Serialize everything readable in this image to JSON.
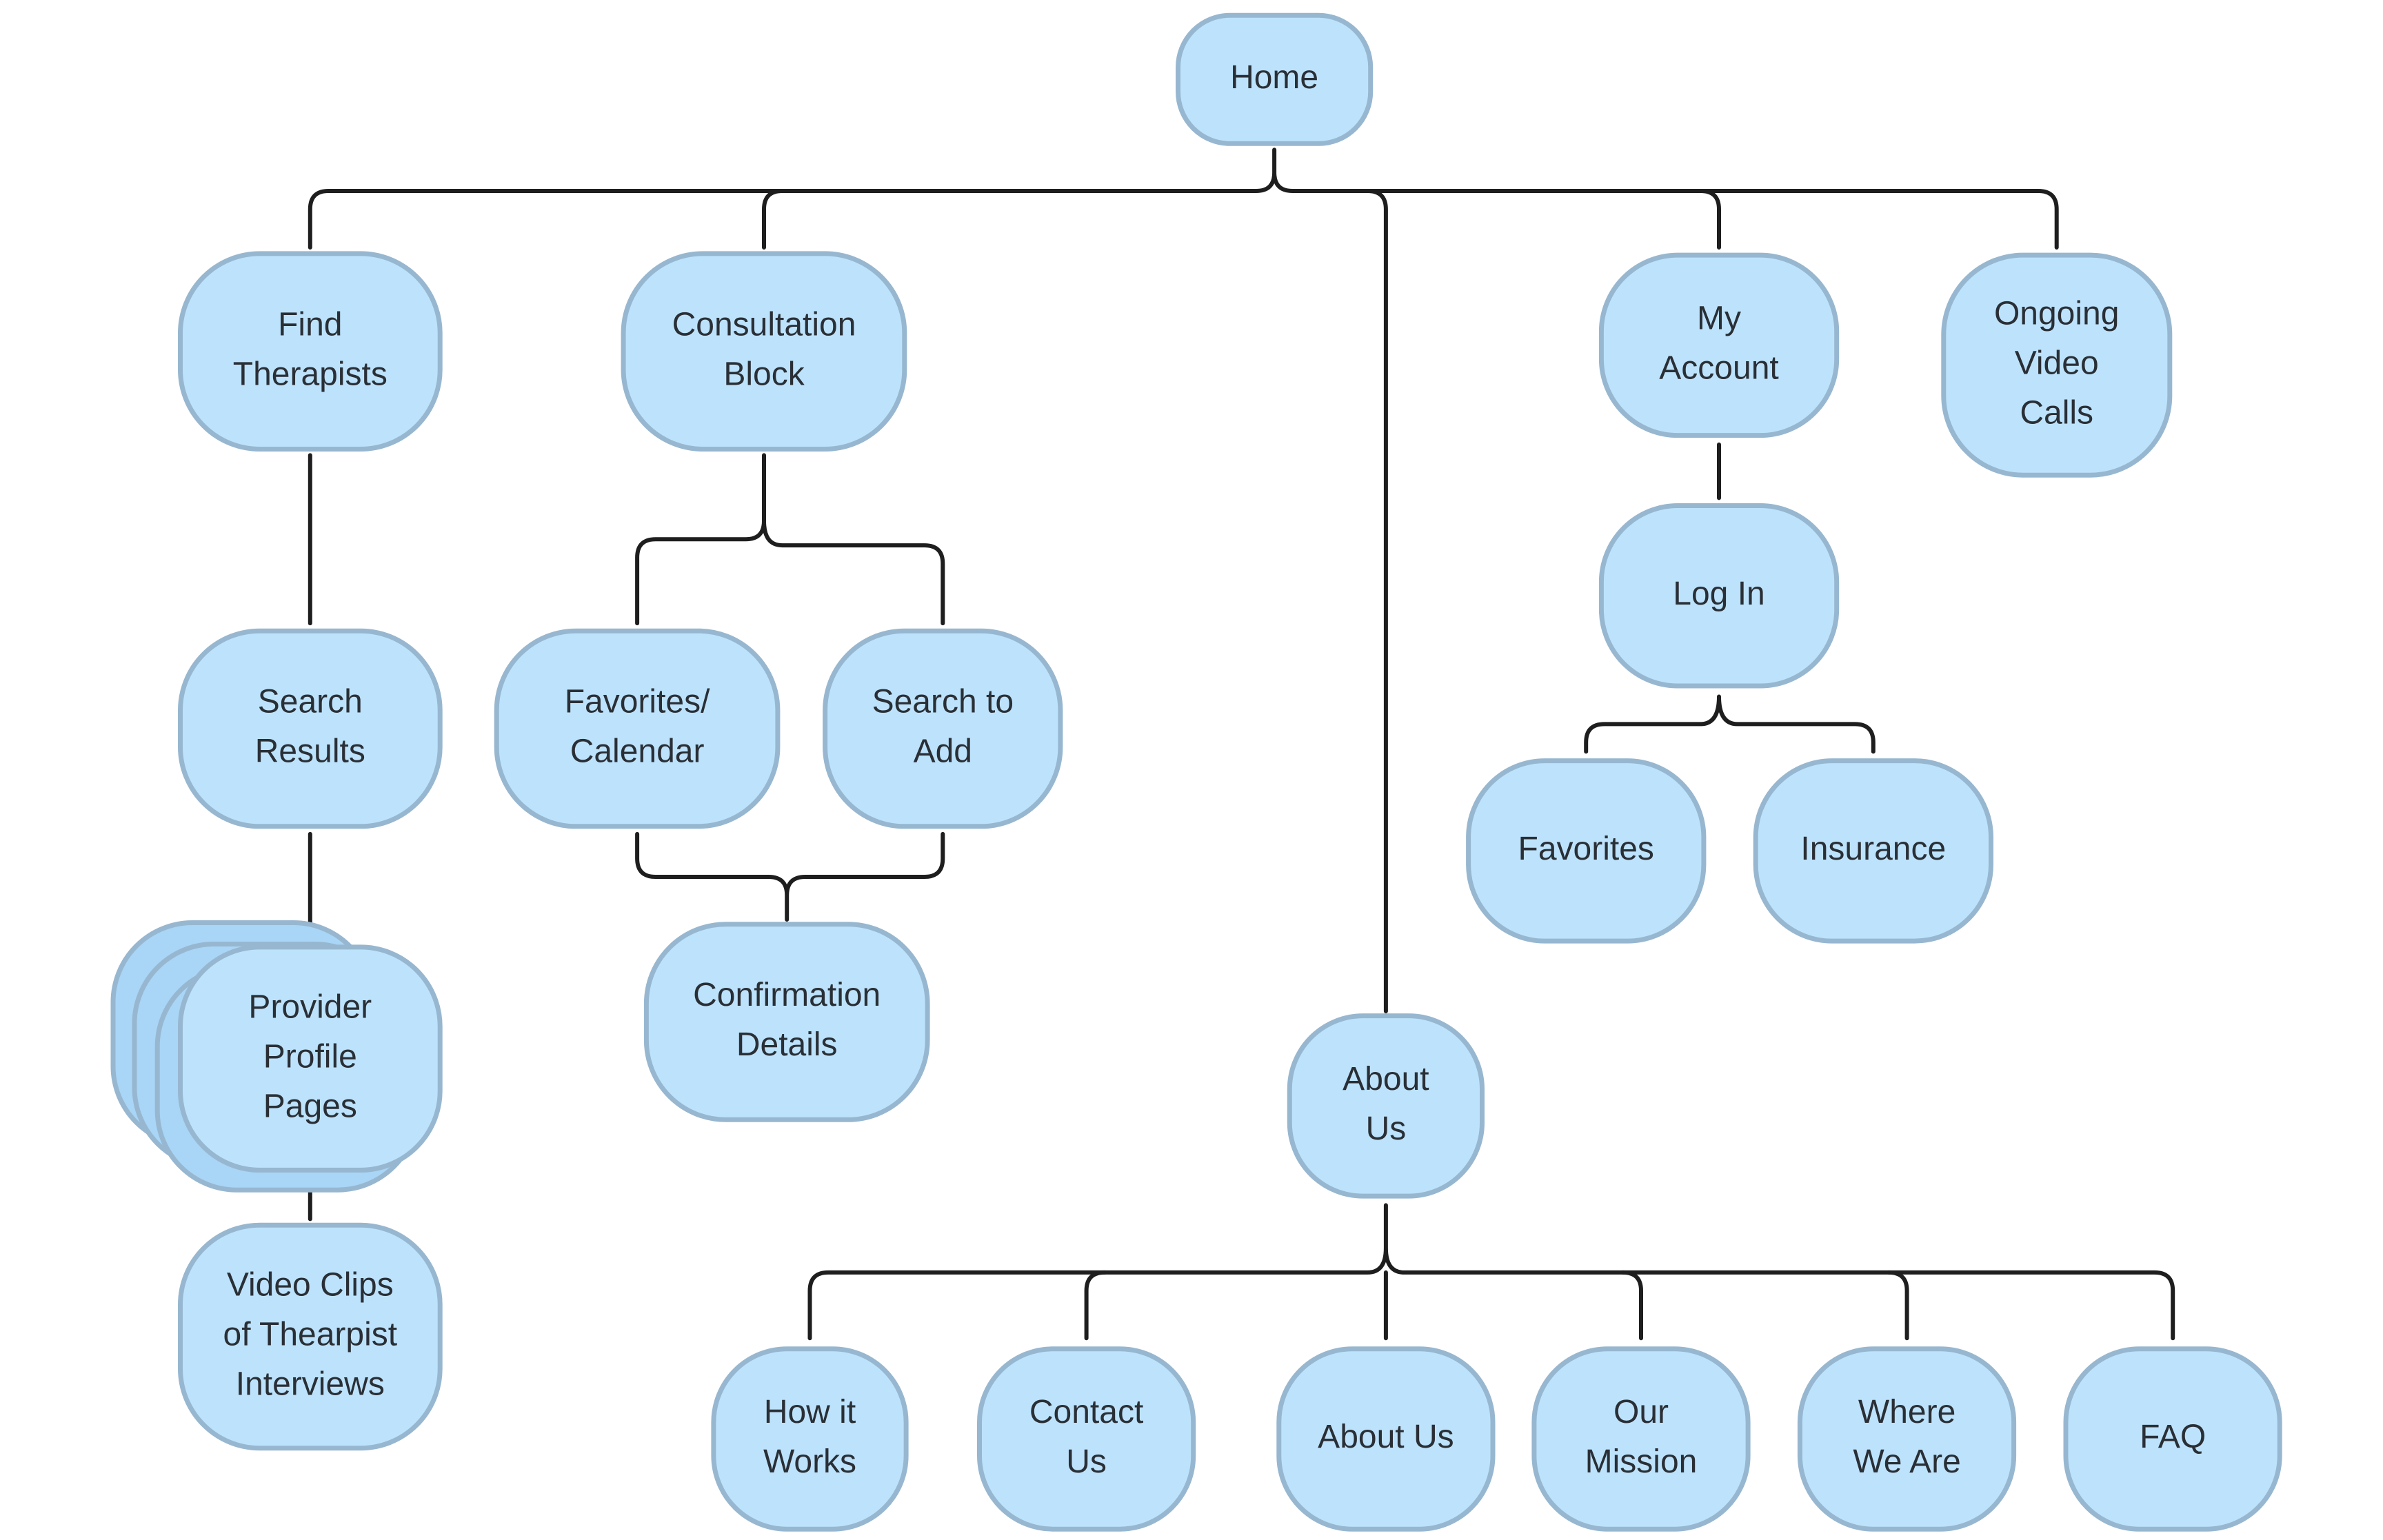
{
  "diagram": {
    "colors": {
      "node_fill": "#bde3fc",
      "node_stroke": "#97b7d0",
      "edge": "#1e1e1e",
      "text": "#2a2f36"
    },
    "nodes": {
      "home": [
        "Home"
      ],
      "find_therapists": [
        "Find",
        "Therapists"
      ],
      "consultation_block": [
        "Consultation",
        "Block"
      ],
      "my_account": [
        "My",
        "Account"
      ],
      "ongoing_video_calls": [
        "Ongoing",
        "Video",
        "Calls"
      ],
      "search_results": [
        "Search",
        "Results"
      ],
      "provider_profile_pages": [
        "Provider",
        "Profile",
        "Pages"
      ],
      "video_clips": [
        "Video Clips",
        "of Thearpist",
        "Interviews"
      ],
      "favorites_calendar": [
        "Favorites/",
        "Calendar"
      ],
      "search_to_add": [
        "Search to",
        "Add"
      ],
      "confirmation_details": [
        "Confirmation",
        "Details"
      ],
      "log_in": [
        "Log In"
      ],
      "favorites": [
        "Favorites"
      ],
      "insurance": [
        "Insurance"
      ],
      "about_us_parent": [
        "About",
        "Us"
      ],
      "how_it_works": [
        "How it",
        "Works"
      ],
      "contact_us": [
        "Contact",
        "Us"
      ],
      "about_us": [
        "About Us"
      ],
      "our_mission": [
        "Our",
        "Mission"
      ],
      "where_we_are": [
        "Where",
        "We Are"
      ],
      "faq": [
        "FAQ"
      ]
    }
  }
}
